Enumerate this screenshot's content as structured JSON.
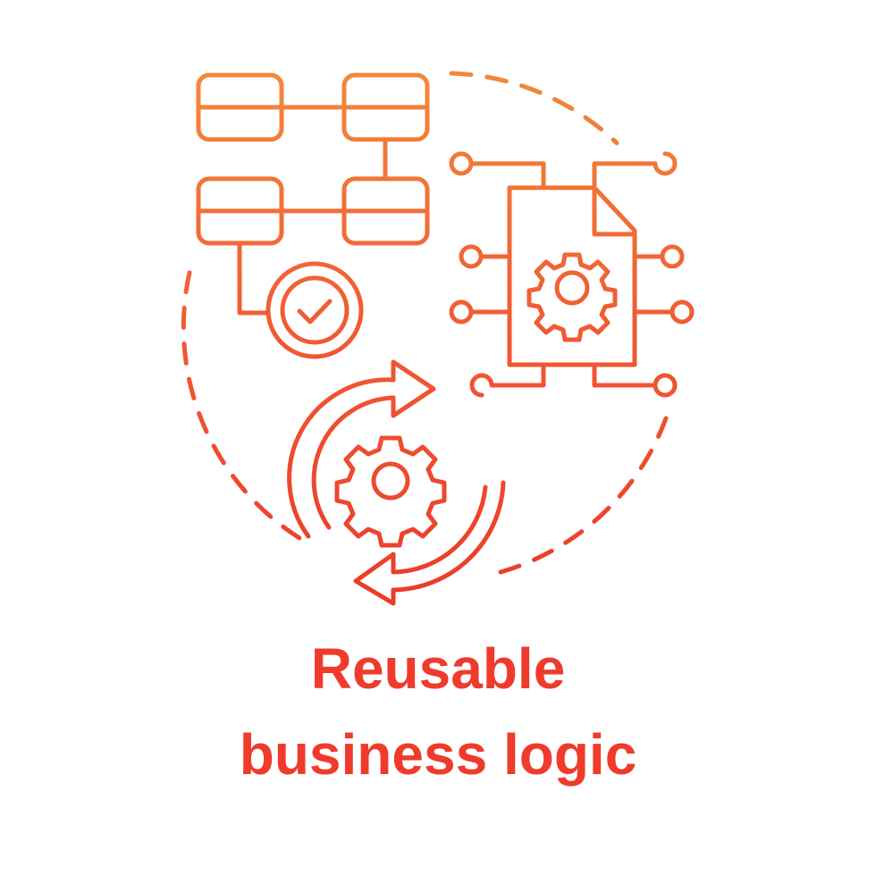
{
  "caption": {
    "line1": "Reusable",
    "line2": "business logic"
  },
  "colors": {
    "gradient_top": "#f28a3a",
    "gradient_mid": "#f05a34",
    "gradient_bottom": "#ea3c2a",
    "text": "#ef3b2c",
    "background": "#ffffff"
  },
  "icons": [
    "flowchart-icon",
    "checkmark-badge-icon",
    "document-gear-circuit-icon",
    "gear-cycle-arrows-icon",
    "dashed-circle-border"
  ]
}
